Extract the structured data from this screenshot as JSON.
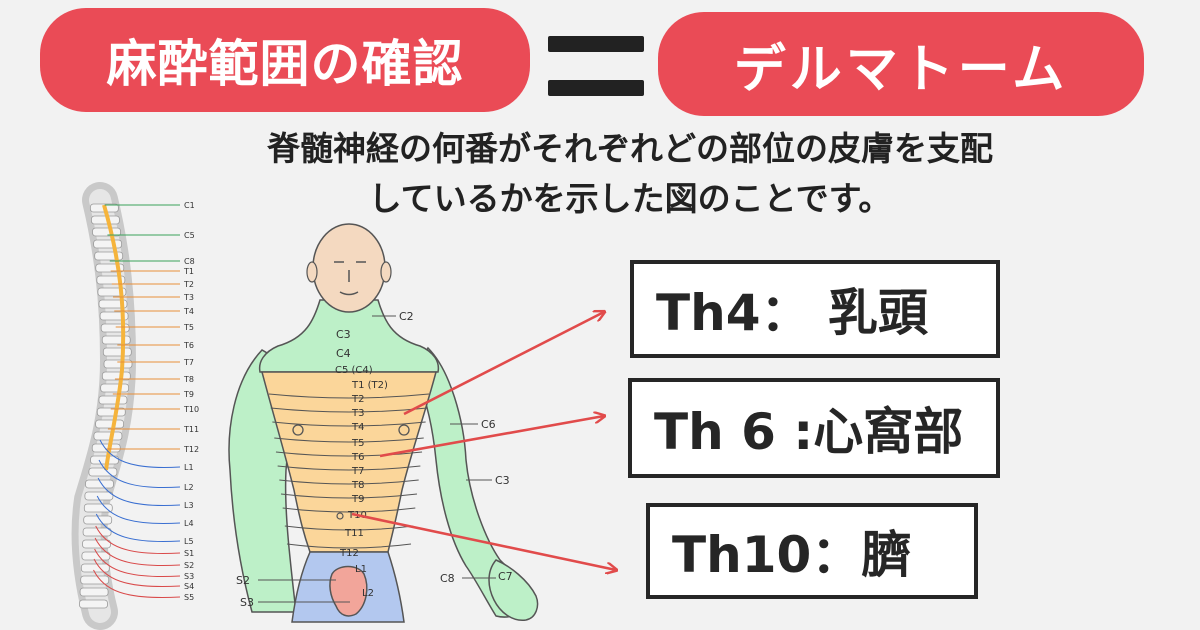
{
  "header": {
    "left_pill": "麻酔範囲の確認",
    "equals_symbol": "＝",
    "right_pill": "デルマトーム"
  },
  "subtitle": {
    "line1": "脊髄神経の何番がそれぞれどの部位の皮膚を支配",
    "line2": "しているかを示した図のことです。"
  },
  "spine_labels": {
    "cervical": [
      "C1",
      "C5",
      "C8"
    ],
    "thoracic": [
      "T1",
      "T2",
      "T3",
      "T4",
      "T5",
      "T6",
      "T7",
      "T8",
      "T9",
      "T10",
      "T11",
      "T12"
    ],
    "lumbar": [
      "L1",
      "L2",
      "L3",
      "L4",
      "L5"
    ],
    "sacral": [
      "S1",
      "S2",
      "S3",
      "S4",
      "S5"
    ]
  },
  "body_labels": {
    "c2": "C2",
    "c3": "C3",
    "c4": "C4",
    "c5c4": "C5 (C4)",
    "t1t2": "T1 (T2)",
    "t2": "T2",
    "t3": "T3",
    "t4": "T4",
    "t5": "T5",
    "t6": "T6",
    "t7": "T7",
    "t8": "T8",
    "t9": "T9",
    "t10": "T10",
    "t11": "T11",
    "t12": "T12",
    "l1": "L1",
    "l2": "L2",
    "c6": "C6",
    "c3_arm": "C3",
    "c7": "C7",
    "c8": "C8",
    "s2": "S2",
    "s3": "S3"
  },
  "callouts": [
    {
      "text": "Th4： 乳頭"
    },
    {
      "text": "Th 6 :心窩部"
    },
    {
      "text": "Th10：臍"
    }
  ],
  "colors": {
    "accent_red": "#ea4b56",
    "cervical_zone": "#bdf0c8",
    "thoracic_zone": "#fbd69a",
    "lumbar_zone": "#b3c8ef",
    "sacral_zone": "#f2a59a",
    "arrow": "#e14b4b"
  }
}
